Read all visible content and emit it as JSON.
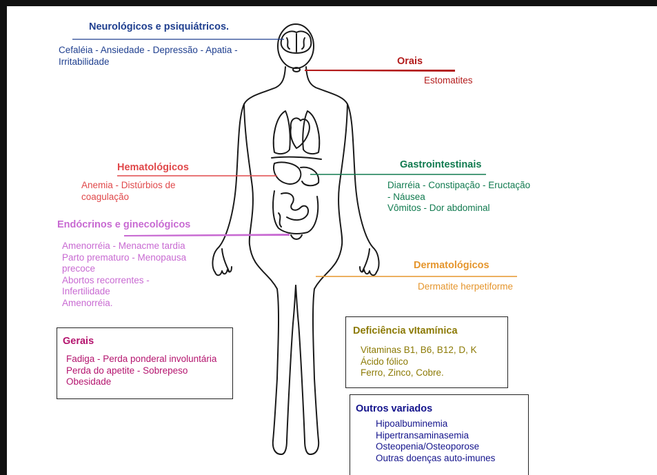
{
  "colors": {
    "neuro": "#1f3f8f",
    "orais": "#b31b1b",
    "hemato": "#e0484a",
    "gastro": "#107a4f",
    "endocrino": "#c86ad2",
    "dermato": "#e5952c",
    "gerais": "#b4146e",
    "deficiencia": "#8c7a05",
    "outros": "#14148c"
  },
  "categories": {
    "neuro": {
      "title": "Neurológicos e psiquiátricos.",
      "items": [
        "Cefaléia - Ansiedade - Depressão - Apatia -",
        "Irritabilidade"
      ]
    },
    "orais": {
      "title": "Orais",
      "items": [
        "Estomatites"
      ]
    },
    "hemato": {
      "title": "Hematológicos",
      "items": [
        "Anemia - Distúrbios de",
        "coagulação"
      ]
    },
    "gastro": {
      "title": "Gastrointestinais",
      "items": [
        "Diarréia - Constipação - Eructação",
        "- Náusea",
        "Vômitos - Dor abdominal"
      ]
    },
    "endocrino": {
      "title": "Endócrinos e ginecológicos",
      "items": [
        "Amenorréia - Menacme tardia",
        "Parto prematuro - Menopausa",
        "precoce",
        "Abortos recorrentes -",
        "Infertilidade",
        "Amenorréia."
      ]
    },
    "dermato": {
      "title": "Dermatológicos",
      "items": [
        "Dermatite herpetiforme"
      ]
    },
    "gerais": {
      "title": "Gerais",
      "items": [
        "Fadiga - Perda ponderal involuntária",
        "Perda do apetite - Sobrepeso",
        "Obesidade"
      ]
    },
    "deficiencia": {
      "title": "Deficiência vItamínica",
      "items": [
        "Vitaminas B1, B6, B12, D, K",
        "Ácido fólico",
        "Ferro, Zinco, Cobre."
      ]
    },
    "outros": {
      "title": "Outros variados",
      "items": [
        "Hipoalbuminemia",
        "Hipertransaminasemia",
        "Osteopenia/Osteoporose",
        "Outras doenças auto-imunes"
      ]
    }
  }
}
